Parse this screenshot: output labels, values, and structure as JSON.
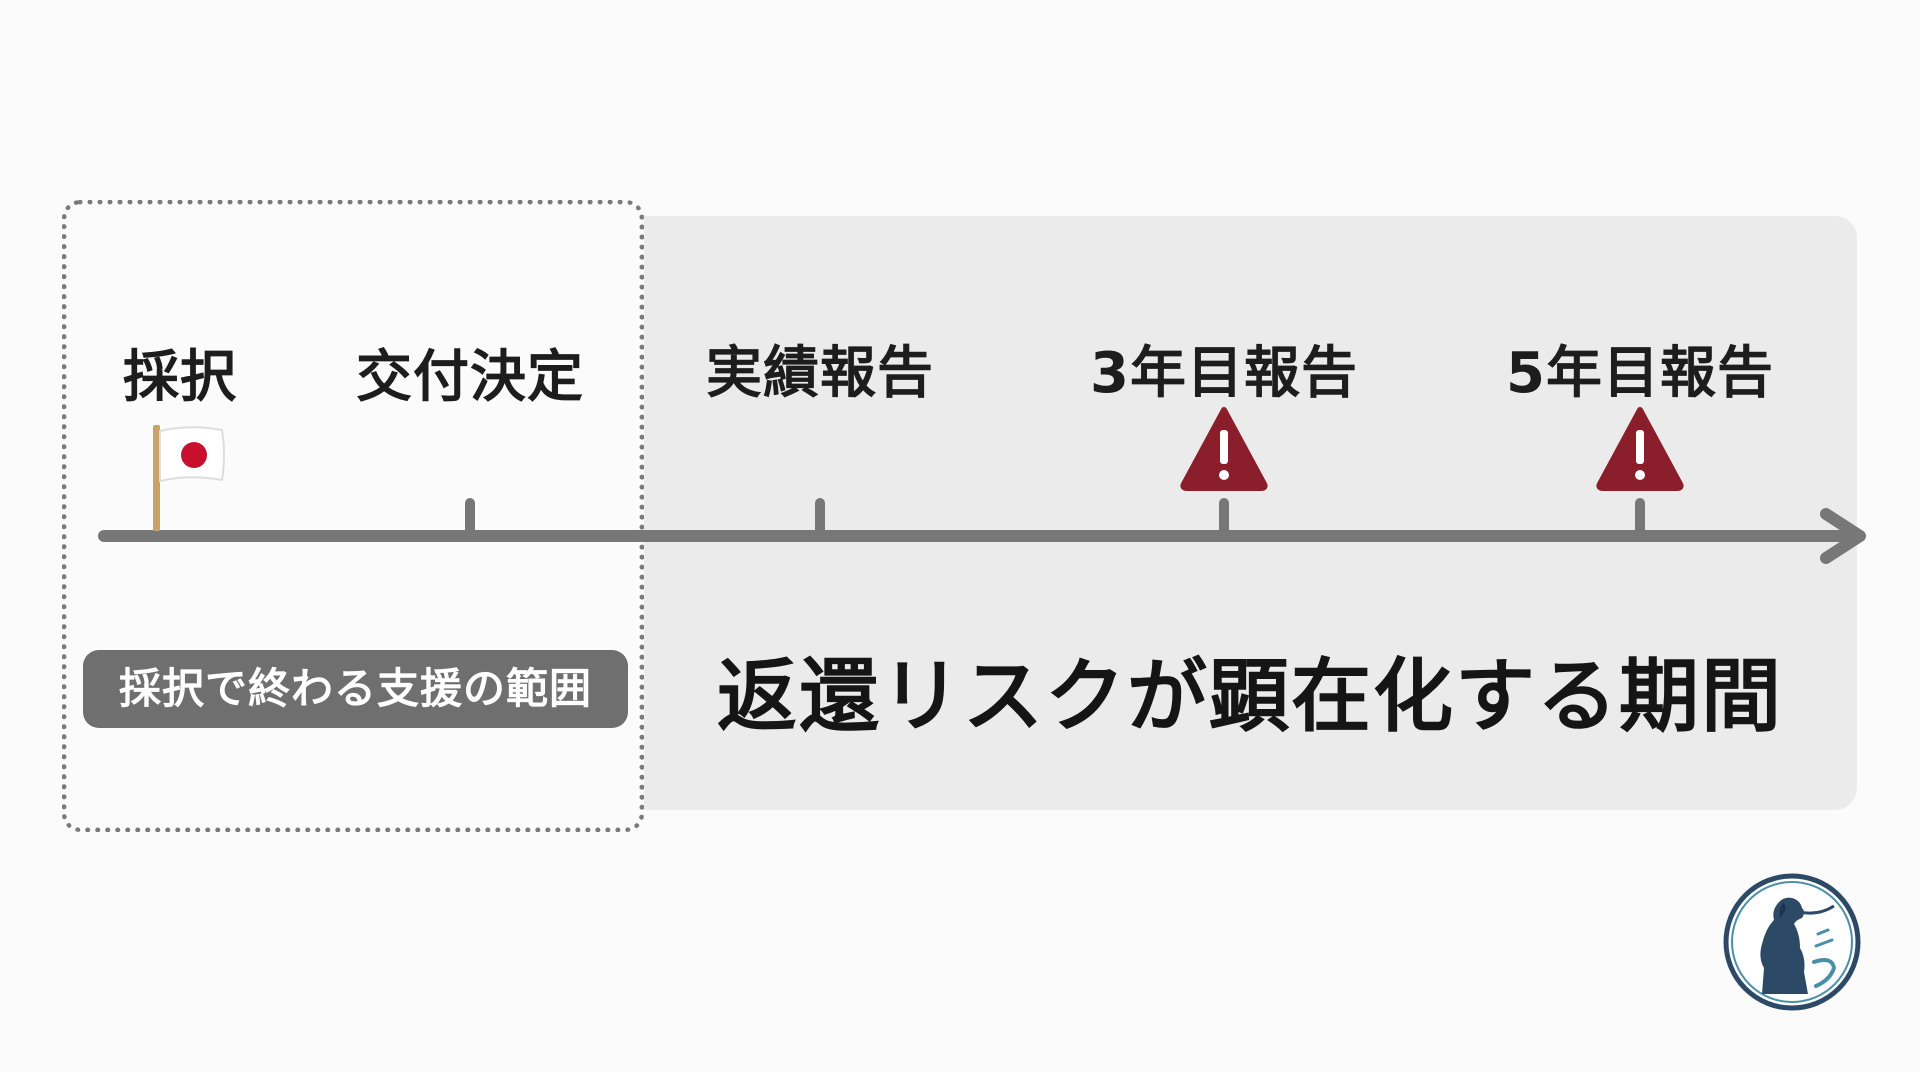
{
  "milestones": [
    {
      "label": "採択",
      "marker": "japan-flag-icon"
    },
    {
      "label": "交付決定",
      "marker": "tick"
    },
    {
      "label": "実績報告",
      "marker": "tick"
    },
    {
      "label": "3年目報告",
      "marker": "warning-icon"
    },
    {
      "label": "5年目報告",
      "marker": "warning-icon"
    }
  ],
  "support_scope": {
    "label": "採択で終わる支援の範囲"
  },
  "risk_period": {
    "label": "返還リスクが顕在化する期間"
  },
  "colors": {
    "background": "#fbfbfb",
    "risk_panel": "#ebebeb",
    "timeline": "#777777",
    "warning": "#8b1e2b",
    "badge": "#6f6f6f",
    "flag_red": "#c8102e",
    "logo_navy": "#2c4a66",
    "logo_teal": "#4a8fa8"
  },
  "logo": {
    "icon": "dog-logo-icon"
  }
}
